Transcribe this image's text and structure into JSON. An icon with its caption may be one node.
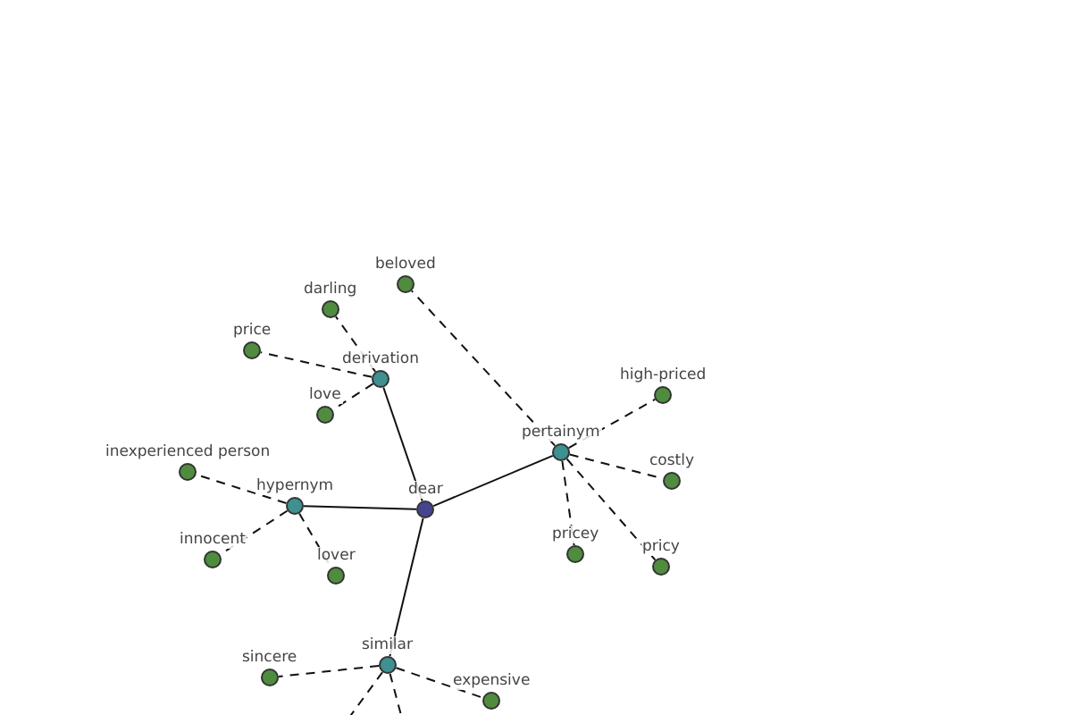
{
  "diagram": {
    "nodes": [
      {
        "text": [
          "dear"
        ]
      },
      {
        "text": [
          "derivation"
        ]
      },
      {
        "text": [
          "hypernym"
        ]
      },
      {
        "text": [
          "pertainym"
        ]
      },
      {
        "text": [
          "similar"
        ]
      },
      {
        "text": [
          "darling"
        ]
      },
      {
        "text": [
          "price"
        ]
      },
      {
        "text": [
          "love"
        ]
      },
      {
        "text": [
          "beloved"
        ]
      },
      {
        "text": [
          "inexperienced person"
        ]
      },
      {
        "text": [
          "innocent"
        ]
      },
      {
        "text": [
          "lover"
        ]
      },
      {
        "text": [
          "high-priced"
        ]
      },
      {
        "text": [
          "costly"
        ]
      },
      {
        "text": [
          "pricey"
        ]
      },
      {
        "text": [
          "pricy"
        ]
      },
      {
        "text": [
          "sincere"
        ]
      },
      {
        "text": [
          "expensive"
        ]
      }
    ],
    "edges": [
      {
        "from": 0,
        "to": 1,
        "arrow": "none"
      },
      {
        "from": 0,
        "to": 2,
        "arrow": "none"
      },
      {
        "from": 0,
        "to": 3,
        "arrow": "none"
      },
      {
        "from": 0,
        "to": 4,
        "arrow": "none"
      },
      {
        "from": 1,
        "to": 5,
        "arrow": "none",
        "style": "dashed"
      },
      {
        "from": 1,
        "to": 6,
        "arrow": "none",
        "style": "dashed"
      },
      {
        "from": 1,
        "to": 7,
        "arrow": "none",
        "style": "dashed"
      },
      {
        "from": 2,
        "to": 9,
        "arrow": "none",
        "style": "dashed"
      },
      {
        "from": 2,
        "to": 10,
        "arrow": "none",
        "style": "dashed"
      },
      {
        "from": 2,
        "to": 11,
        "arrow": "none",
        "style": "dashed"
      },
      {
        "from": 3,
        "to": 8,
        "arrow": "none",
        "style": "dashed"
      },
      {
        "from": 3,
        "to": 12,
        "arrow": "none",
        "style": "dashed"
      },
      {
        "from": 3,
        "to": 13,
        "arrow": "none",
        "style": "dashed"
      },
      {
        "from": 3,
        "to": 14,
        "arrow": "none",
        "style": "dashed"
      },
      {
        "from": 3,
        "to": 15,
        "arrow": "none",
        "style": "dashed"
      },
      {
        "from": 4,
        "to": 16,
        "arrow": "none",
        "style": "dashed"
      },
      {
        "from": 4,
        "to": 17,
        "arrow": "none",
        "style": "dashed"
      },
      {
        "from": 4,
        "to": null,
        "arrow": "none",
        "style": "dashed"
      },
      {
        "from": 4,
        "to": null,
        "arrow": "none",
        "style": "dashed"
      }
    ]
  }
}
